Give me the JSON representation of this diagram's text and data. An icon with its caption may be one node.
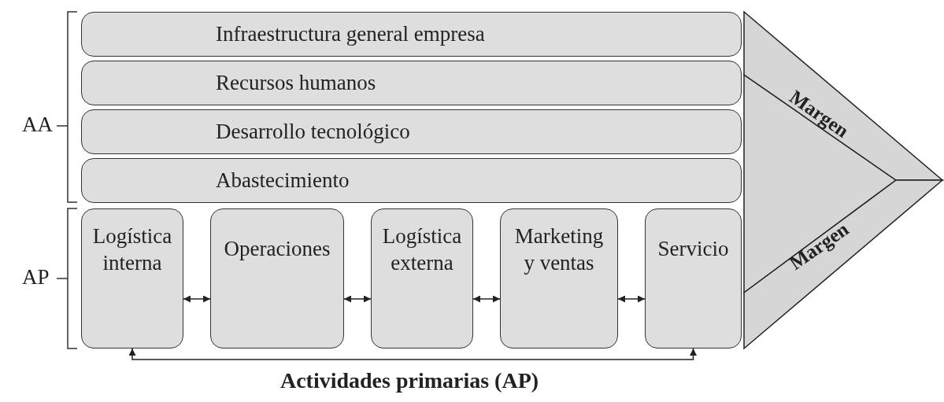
{
  "diagram": {
    "caption": "Actividades primarias (AP)",
    "nodes": [
      {
        "text": [
          "Infraestructura general empresa"
        ]
      },
      {
        "text": [
          "Recursos humanos"
        ]
      },
      {
        "text": [
          "Desarrollo tecnológico"
        ]
      },
      {
        "text": [
          "Abastecimiento"
        ]
      },
      {
        "text": [
          "Logística interna"
        ]
      },
      {
        "text": [
          "Operaciones"
        ]
      },
      {
        "text": [
          "Logística externa"
        ]
      },
      {
        "text": [
          "Marketing y ventas"
        ]
      },
      {
        "text": [
          "Servicio"
        ]
      },
      {
        "text": [
          "Margen"
        ]
      },
      {
        "text": [
          "Margen"
        ]
      }
    ],
    "edges": [
      {
        "from": 4,
        "to": 5,
        "arrow": "both"
      },
      {
        "from": 5,
        "to": 6,
        "arrow": "both"
      },
      {
        "from": 6,
        "to": 7,
        "arrow": "both"
      },
      {
        "from": 7,
        "to": 8,
        "arrow": "both"
      },
      {
        "from": 4,
        "to": 8,
        "arrow": "both"
      }
    ],
    "labels": [
      "AA",
      "AP"
    ]
  }
}
